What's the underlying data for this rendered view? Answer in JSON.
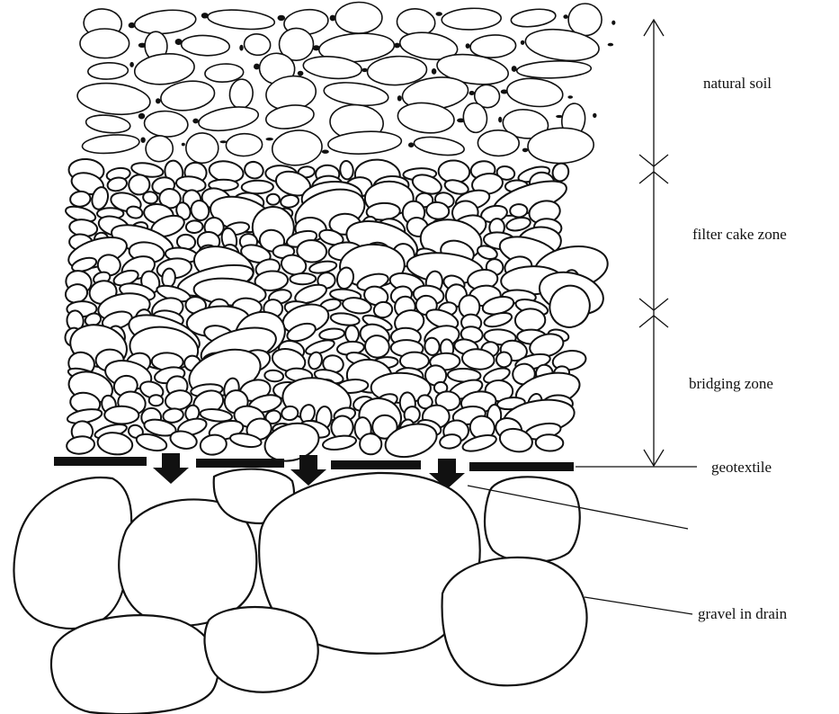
{
  "labels": {
    "natural_soil": "natural soil",
    "filter_cake_zone": "filter cake zone",
    "bridging_zone": "bridging zone",
    "geotextile": "geotextile",
    "gravel_in_drain": "gravel in drain"
  },
  "colors": {
    "ink": "#111111",
    "background": "#ffffff"
  }
}
